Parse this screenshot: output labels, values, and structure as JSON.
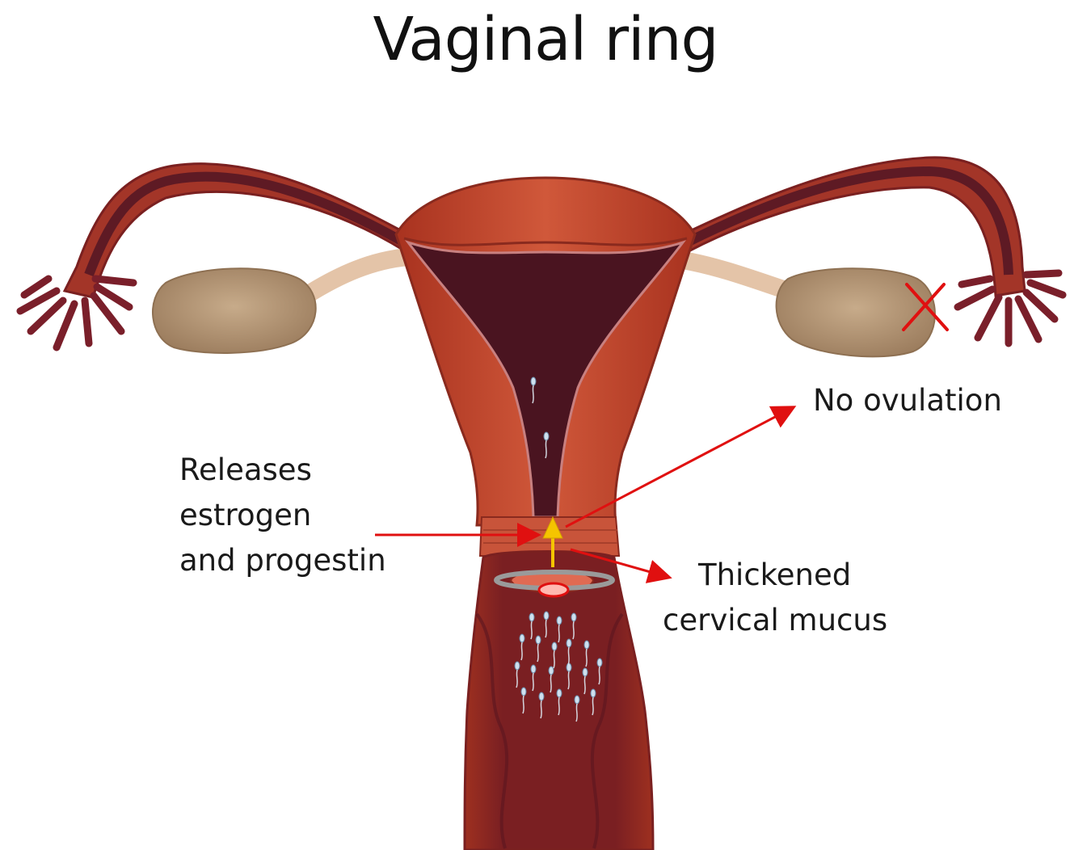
{
  "title": "Vaginal ring",
  "labels": {
    "releases": [
      "Releases",
      "estrogen",
      "and progestin"
    ],
    "no_ovulation": "No ovulation",
    "mucus": [
      "Thickened",
      "cervical mucus"
    ]
  },
  "colors": {
    "uterus": "#c44a30",
    "uterus_dark": "#5a1a24",
    "tube": "#a83a30",
    "ovary": "#b99a7a",
    "arrow_red": "#e01010",
    "arrow_yellow": "#f5c400",
    "ring": "#9a9a9a"
  },
  "icons": {
    "no_ovulation_mark": "red-x-icon"
  }
}
